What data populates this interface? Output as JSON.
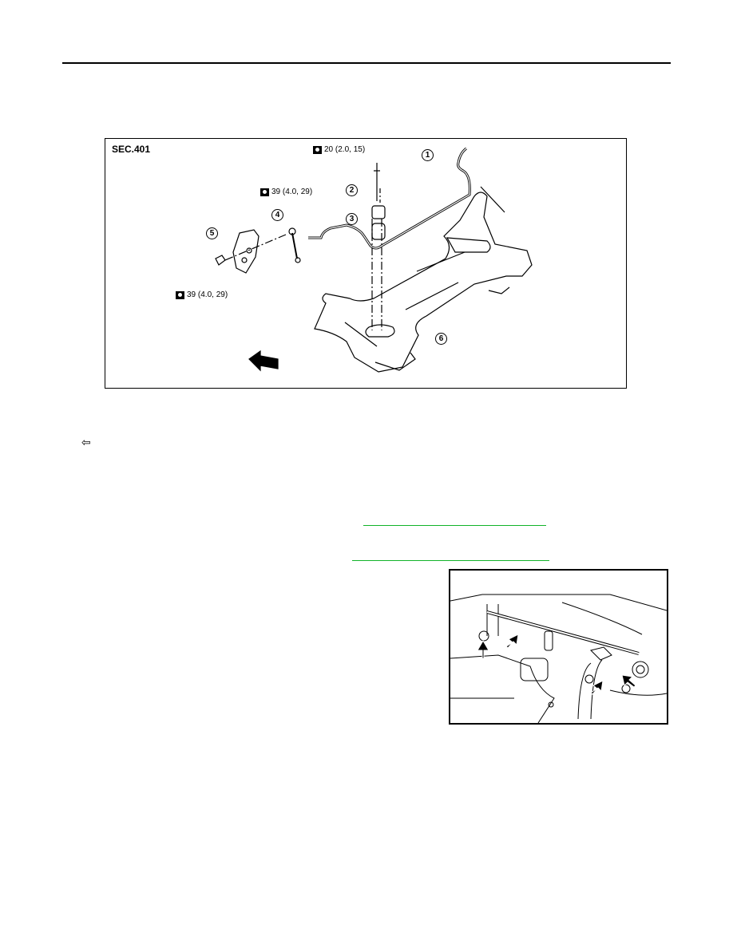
{
  "figure1": {
    "section_label": "SEC.401",
    "torques": {
      "bracket_bolt": "20 (2.0, 15)",
      "link_upper": "39 (4.0, 29)",
      "link_lower": "39 (4.0, 29)"
    },
    "callouts": [
      "1",
      "2",
      "3",
      "4",
      "5",
      "6"
    ]
  },
  "front_arrow_glyph": "⇦"
}
